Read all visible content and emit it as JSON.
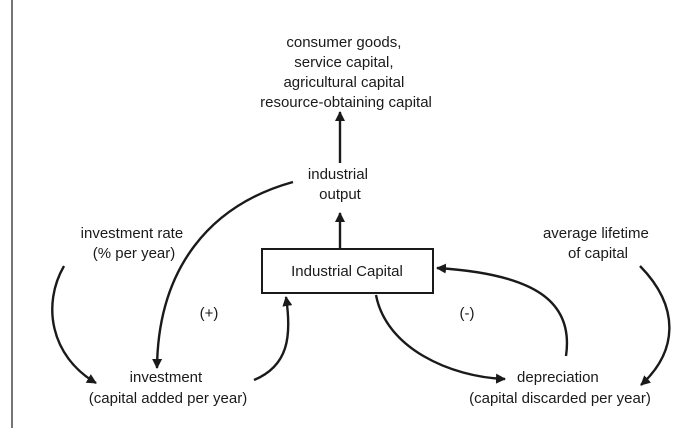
{
  "nodes": {
    "outputs": {
      "lines": [
        "consumer goods,",
        "service capital,",
        "agricultural capital",
        "resource-obtaining capital"
      ]
    },
    "industrial_output": {
      "lines": [
        "industrial",
        "output"
      ]
    },
    "industrial_capital": {
      "label": "Industrial Capital"
    },
    "investment_rate": {
      "lines": [
        "investment rate",
        "(% per year)"
      ]
    },
    "average_lifetime": {
      "lines": [
        "average lifetime",
        "of capital"
      ]
    },
    "investment": {
      "lines": [
        "investment",
        "(capital added per year)"
      ]
    },
    "depreciation": {
      "lines": [
        "depreciation",
        "(capital discarded per year)"
      ]
    }
  },
  "loops": {
    "reinforcing": {
      "label": "(+)"
    },
    "balancing": {
      "label": "(-)"
    }
  }
}
